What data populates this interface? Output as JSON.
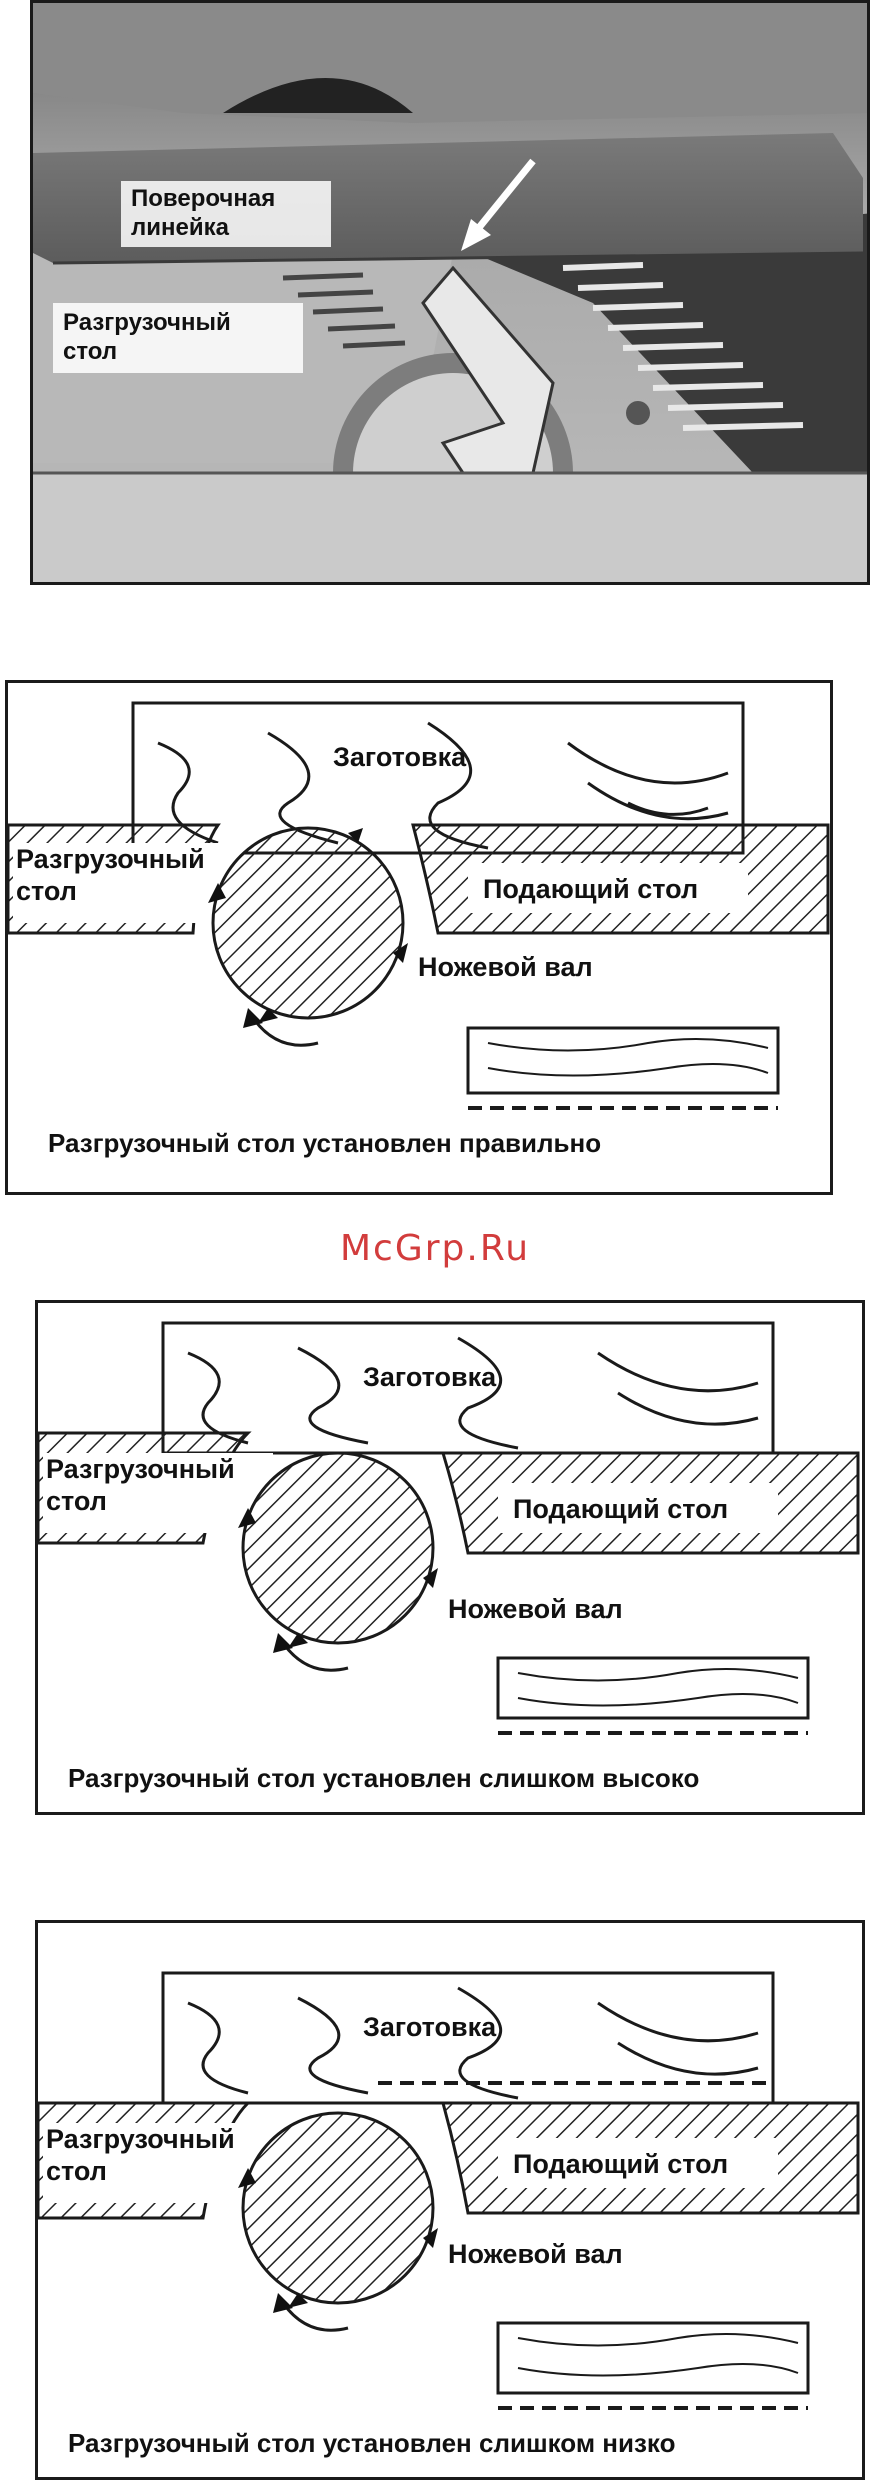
{
  "photo": {
    "label_ruler": "Поверочная\nлинейка",
    "label_outfeed": "Разгрузочный\nстол",
    "label_ruler_1": "Поверочная",
    "label_ruler_2": "линейка",
    "label_outfeed_1": "Разгрузочный",
    "label_outfeed_2": "стол"
  },
  "diagrams": [
    {
      "workpiece": "Заготовка",
      "outfeed_1": "Разгрузочный",
      "outfeed_2": "стол",
      "infeed": "Подающий стол",
      "cutterhead": "Ножевой вал",
      "caption": "Разгрузочный  стол установлен правильно"
    },
    {
      "workpiece": "Заготовка",
      "outfeed_1": "Разгрузочный",
      "outfeed_2": "стол",
      "infeed": "Подающий стол",
      "cutterhead": "Ножевой вал",
      "caption": "Разгрузочный стол установлен слишком высоко"
    },
    {
      "workpiece": "Заготовка",
      "outfeed_1": "Разгрузочный",
      "outfeed_2": "стол",
      "infeed": "Подающий стол",
      "cutterhead": "Ножевой вал",
      "caption": "Разгрузочный стол установлен слишком низко"
    }
  ],
  "watermark": "McGrp.Ru"
}
